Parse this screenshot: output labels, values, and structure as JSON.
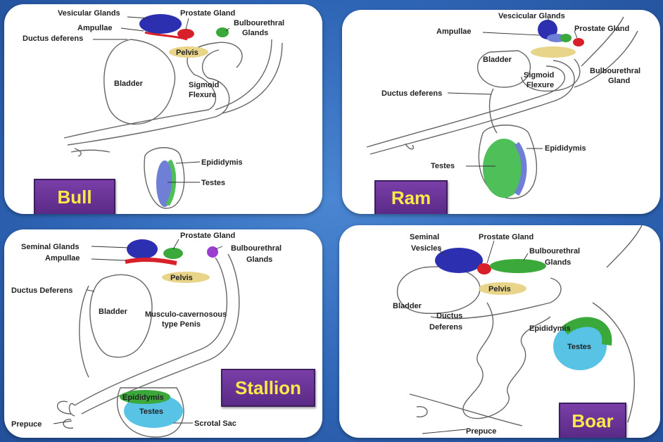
{
  "panels": {
    "bull": {
      "badge": "Bull",
      "labels": {
        "vesicular_glands": "Vesicular Glands",
        "prostate_gland": "Prostate Gland",
        "ampullae": "Ampullae",
        "bulbourethral_1": "Bulbourethral",
        "bulbourethral_2": "Glands",
        "ductus_deferens": "Ductus deferens",
        "pelvis": "Pelvis",
        "bladder": "Bladder",
        "sigmoid_1": "Sigmoid",
        "sigmoid_2": "Flexure",
        "epididymis": "Epididymis",
        "testes": "Testes"
      }
    },
    "ram": {
      "badge": "Ram",
      "labels": {
        "vescicular_glands": "Vescicular Glands",
        "ampullae": "Ampullae",
        "prostate_gland": "Prostate Gland",
        "bladder": "Bladder",
        "sigmoid_1": "Sigmoid",
        "sigmoid_2": "Flexure",
        "bulbourethral_1": "Bulbourethral",
        "bulbourethral_2": "Gland",
        "ductus_deferens": "Ductus deferens",
        "epididymis": "Epididymis",
        "testes": "Testes"
      }
    },
    "stallion": {
      "badge": "Stallion",
      "labels": {
        "prostate_gland": "Prostate Gland",
        "seminal_glands": "Seminal Glands",
        "bulbourethral_1": "Bulbourethral",
        "bulbourethral_2": "Glands",
        "ampullae": "Ampullae",
        "pelvis": "Pelvis",
        "ductus_deferens": "Ductus Deferens",
        "bladder": "Bladder",
        "musculo_1": "Musculo-cavernosous",
        "musculo_2": "type Penis",
        "epididymis": "Epididymis",
        "testes": "Testes",
        "prepuce": "Prepuce",
        "scrotal_sac": "Scrotal Sac"
      }
    },
    "boar": {
      "badge": "Boar",
      "labels": {
        "seminal_1": "Seminal",
        "seminal_2": "Vesicles",
        "prostate_gland": "Prostate Gland",
        "bulbourethral_1": "Bulbourethral",
        "bulbourethral_2": "Glands",
        "pelvis": "Pelvis",
        "bladder": "Bladder",
        "ductus_1": "Ductus",
        "ductus_2": "Deferens",
        "epididymis": "Epididymis",
        "testes": "Testes",
        "prepuce": "Prepuce"
      }
    }
  },
  "colors": {
    "vesicular": "#2b2fb0",
    "prostate": "#d8202a",
    "bulbourethral": "#3aa83a",
    "pelvis": "#e8d58a",
    "testes_blue": "#6f7fd6",
    "testes_green": "#4fbf5a",
    "badge_text": "#ffe94a",
    "badge_bg": "#6b3599"
  }
}
